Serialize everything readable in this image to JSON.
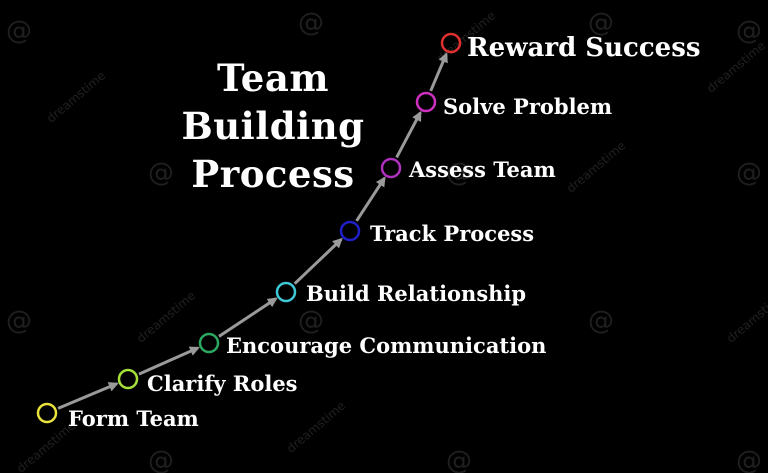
{
  "title": {
    "line1": "Team",
    "line2": "Building",
    "line3": "Process"
  },
  "steps": [
    {
      "label": "Form Team",
      "color": "#e8e23a"
    },
    {
      "label": "Clarify Roles",
      "color": "#a8e03a"
    },
    {
      "label": "Encourage Communication",
      "color": "#2ea860"
    },
    {
      "label": "Build Relationship",
      "color": "#3ec8d8"
    },
    {
      "label": "Track Process",
      "color": "#2020c8"
    },
    {
      "label": "Assess Team",
      "color": "#b030c0"
    },
    {
      "label": "Solve Problem",
      "color": "#d030c0"
    },
    {
      "label": "Reward Success",
      "color": "#e03030"
    }
  ],
  "arrow_color": "#9a9a9a",
  "watermark": "dreamstime"
}
